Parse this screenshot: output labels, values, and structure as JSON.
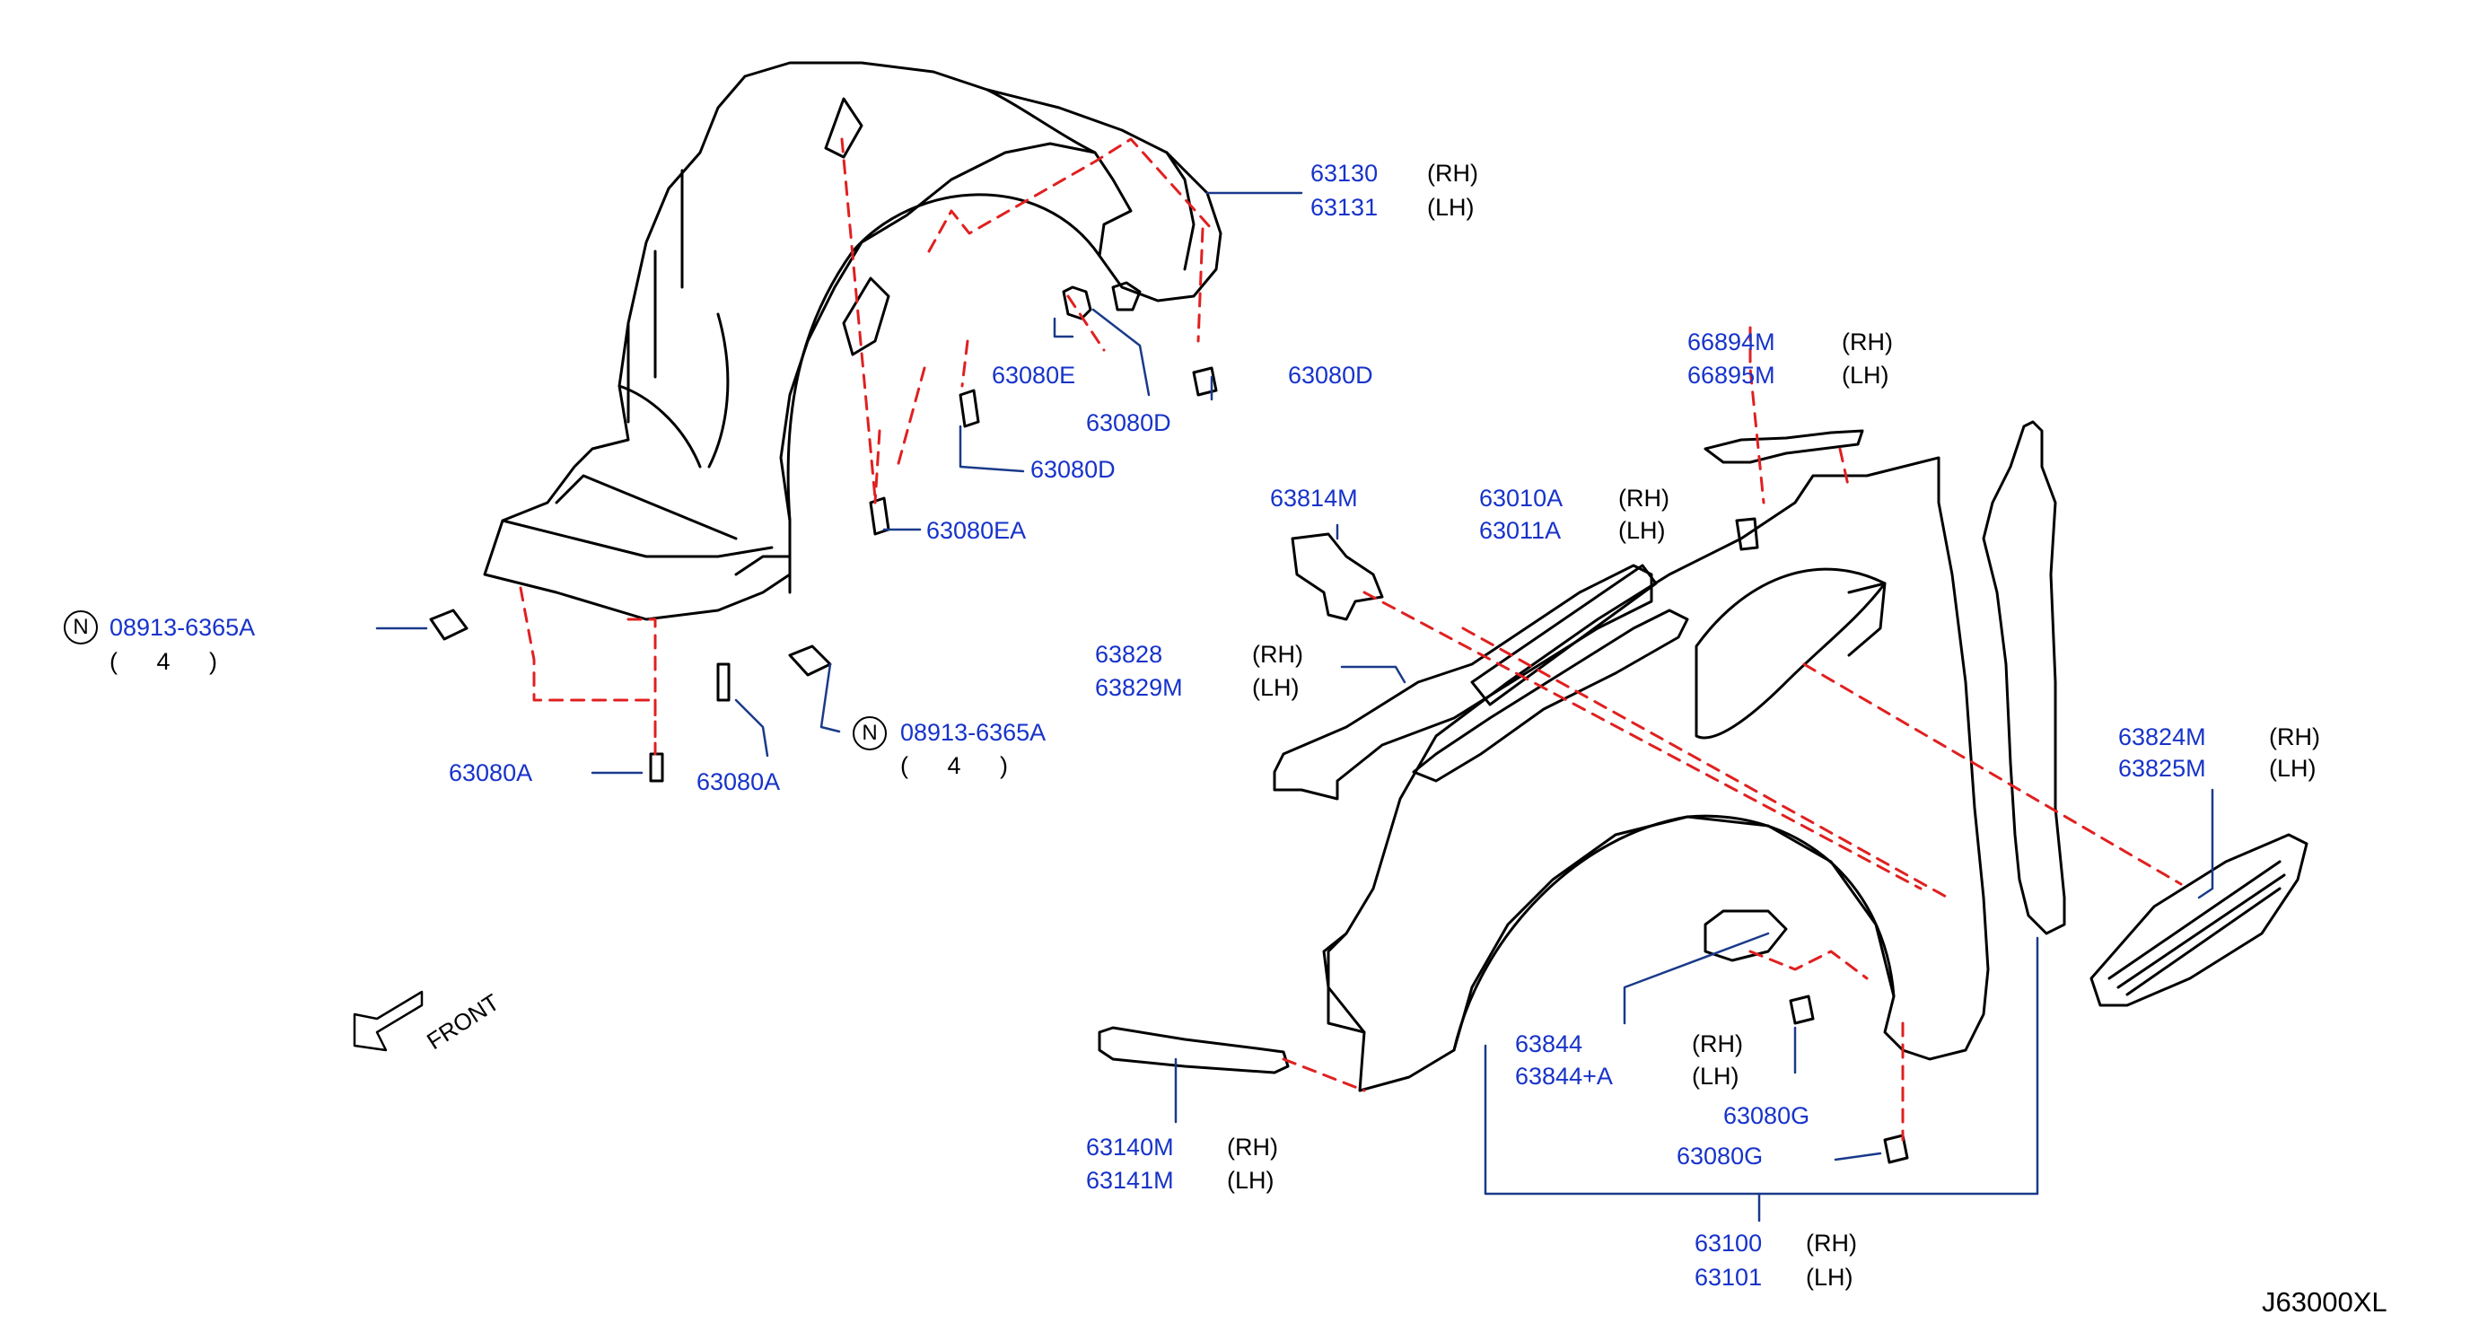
{
  "diagram_code": "J63000XL",
  "front_label": "FRONT",
  "colors": {
    "part_number": "#1733c9",
    "leader": "#1a3a8a",
    "dashed": "#e02020",
    "outline": "#000000"
  },
  "parts": {
    "p63130": {
      "rh": "63130",
      "lh": "63131",
      "rh_tag": "(RH)",
      "lh_tag": "(LH)"
    },
    "p63080e": "63080E",
    "p63080d_a": "63080D",
    "p63080d_b": "63080D",
    "p63080d_c": "63080D",
    "p63080ea": "63080EA",
    "p08913_left": {
      "badge": "N",
      "number": "08913-6365A",
      "qty": "( 4 )"
    },
    "p08913_right": {
      "badge": "N",
      "number": "08913-6365A",
      "qty": "( 4 )"
    },
    "p63080a_left": "63080A",
    "p63080a_right": "63080A",
    "p66894m": {
      "rh": "66894M",
      "lh": "66895M",
      "rh_tag": "(RH)",
      "lh_tag": "(LH)"
    },
    "p63814m": "63814M",
    "p63010a": {
      "rh": "63010A",
      "lh": "63011A",
      "rh_tag": "(RH)",
      "lh_tag": "(LH)"
    },
    "p63828": {
      "rh": "63828",
      "lh": "63829M",
      "rh_tag": "(RH)",
      "lh_tag": "(LH)"
    },
    "p63824m": {
      "rh": "63824M",
      "lh": "63825M",
      "rh_tag": "(RH)",
      "lh_tag": "(LH)"
    },
    "p63844": {
      "rh": "63844",
      "lh": "63844+A",
      "rh_tag": "(RH)",
      "lh_tag": "(LH)"
    },
    "p63080g_a": "63080G",
    "p63080g_b": "63080G",
    "p63140m": {
      "rh": "63140M",
      "lh": "63141M",
      "rh_tag": "(RH)",
      "lh_tag": "(LH)"
    },
    "p63100": {
      "rh": "63100",
      "lh": "63101",
      "rh_tag": "(RH)",
      "lh_tag": "(LH)"
    }
  }
}
